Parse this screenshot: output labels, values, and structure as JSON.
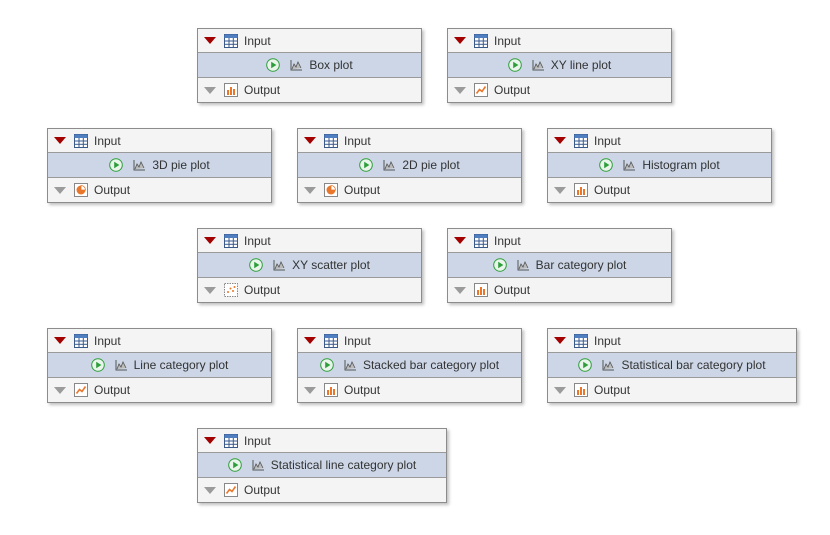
{
  "nodes": [
    {
      "id": "box",
      "title": "Box plot",
      "input_label": "Input",
      "output_label": "Output",
      "output_icon": "bar-chart-icon"
    },
    {
      "id": "xyline",
      "title": "XY line plot",
      "input_label": "Input",
      "output_label": "Output",
      "output_icon": "line-chart-icon"
    },
    {
      "id": "pie3d",
      "title": "3D pie plot",
      "input_label": "Input",
      "output_label": "Output",
      "output_icon": "pie-chart-icon"
    },
    {
      "id": "pie2d",
      "title": "2D pie plot",
      "input_label": "Input",
      "output_label": "Output",
      "output_icon": "pie-chart-icon"
    },
    {
      "id": "hist",
      "title": "Histogram plot",
      "input_label": "Input",
      "output_label": "Output",
      "output_icon": "bar-chart-icon"
    },
    {
      "id": "xyscatter",
      "title": "XY scatter plot",
      "input_label": "Input",
      "output_label": "Output",
      "output_icon": "scatter-chart-icon"
    },
    {
      "id": "barcat",
      "title": "Bar category plot",
      "input_label": "Input",
      "output_label": "Output",
      "output_icon": "bar-chart-icon"
    },
    {
      "id": "linecat",
      "title": "Line category plot",
      "input_label": "Input",
      "output_label": "Output",
      "output_icon": "line-chart-icon"
    },
    {
      "id": "stackedbar",
      "title": "Stacked bar category plot",
      "input_label": "Input",
      "output_label": "Output",
      "output_icon": "bar-chart-icon"
    },
    {
      "id": "statbar",
      "title": "Statistical bar category plot",
      "input_label": "Input",
      "output_label": "Output",
      "output_icon": "bar-chart-icon"
    },
    {
      "id": "statline",
      "title": "Statistical line category plot",
      "input_label": "Input",
      "output_label": "Output",
      "output_icon": "line-chart-icon"
    }
  ],
  "colors": {
    "port_active": "#a30000",
    "port_inactive": "#9b9b9b",
    "title_band": "#ccd6e6",
    "node_bg": "#f4f4f4",
    "output_icon_accent": "#e8762b",
    "run_icon": "#2e9e3b"
  }
}
